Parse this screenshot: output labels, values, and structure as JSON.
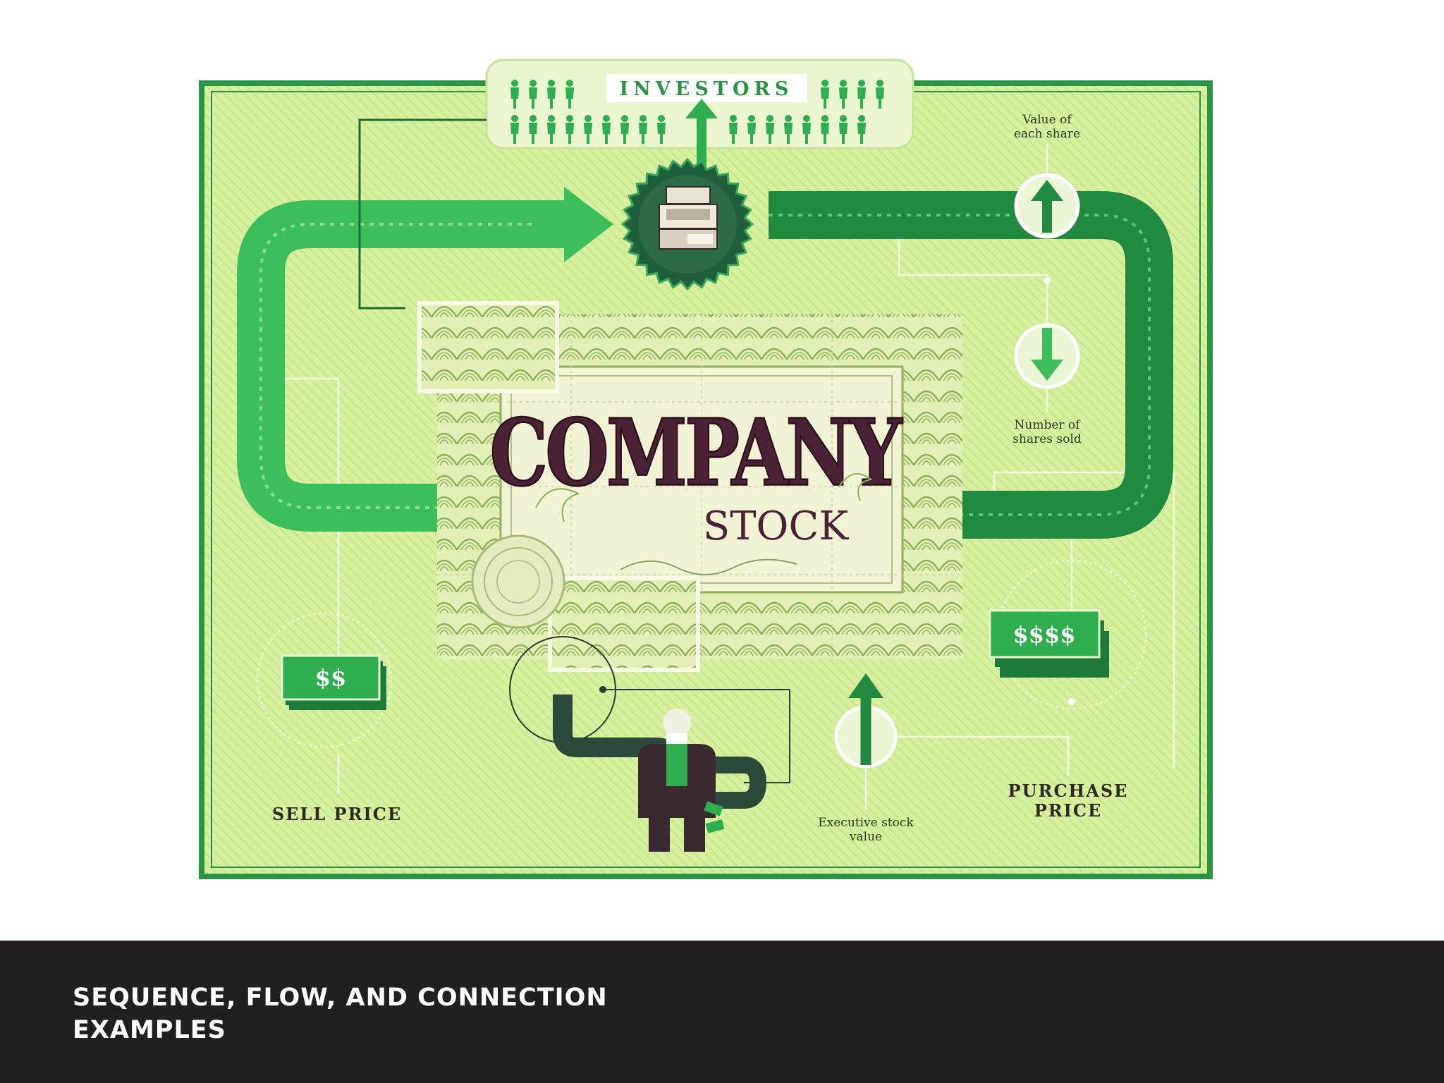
{
  "slide": {
    "caption_line1": "SEQUENCE, FLOW, AND CONNECTION",
    "caption_line2": "EXAMPLES"
  },
  "diagram": {
    "investors_label": "INVESTORS",
    "certificate_word1": "COMPANY",
    "certificate_word2": "STOCK",
    "value_label_line1": "Value of",
    "value_label_line2": "each share",
    "shares_label_line1": "Number of",
    "shares_label_line2": "shares sold",
    "sell_price_label": "SELL PRICE",
    "purchase_price_line1": "PURCHASE",
    "purchase_price_line2": "PRICE",
    "exec_label_line1": "Executive stock",
    "exec_label_line2": "value",
    "sell_money": "$$",
    "purchase_money": "$$$$"
  },
  "colors": {
    "background": "#ffffff",
    "poster_bg": "#d9f2a0",
    "flow_green": "#2fae4f",
    "dark_green": "#1d6b34",
    "ink_purple": "#4a2135",
    "footer_bg": "#231f20",
    "footer_text": "#ffffff"
  }
}
